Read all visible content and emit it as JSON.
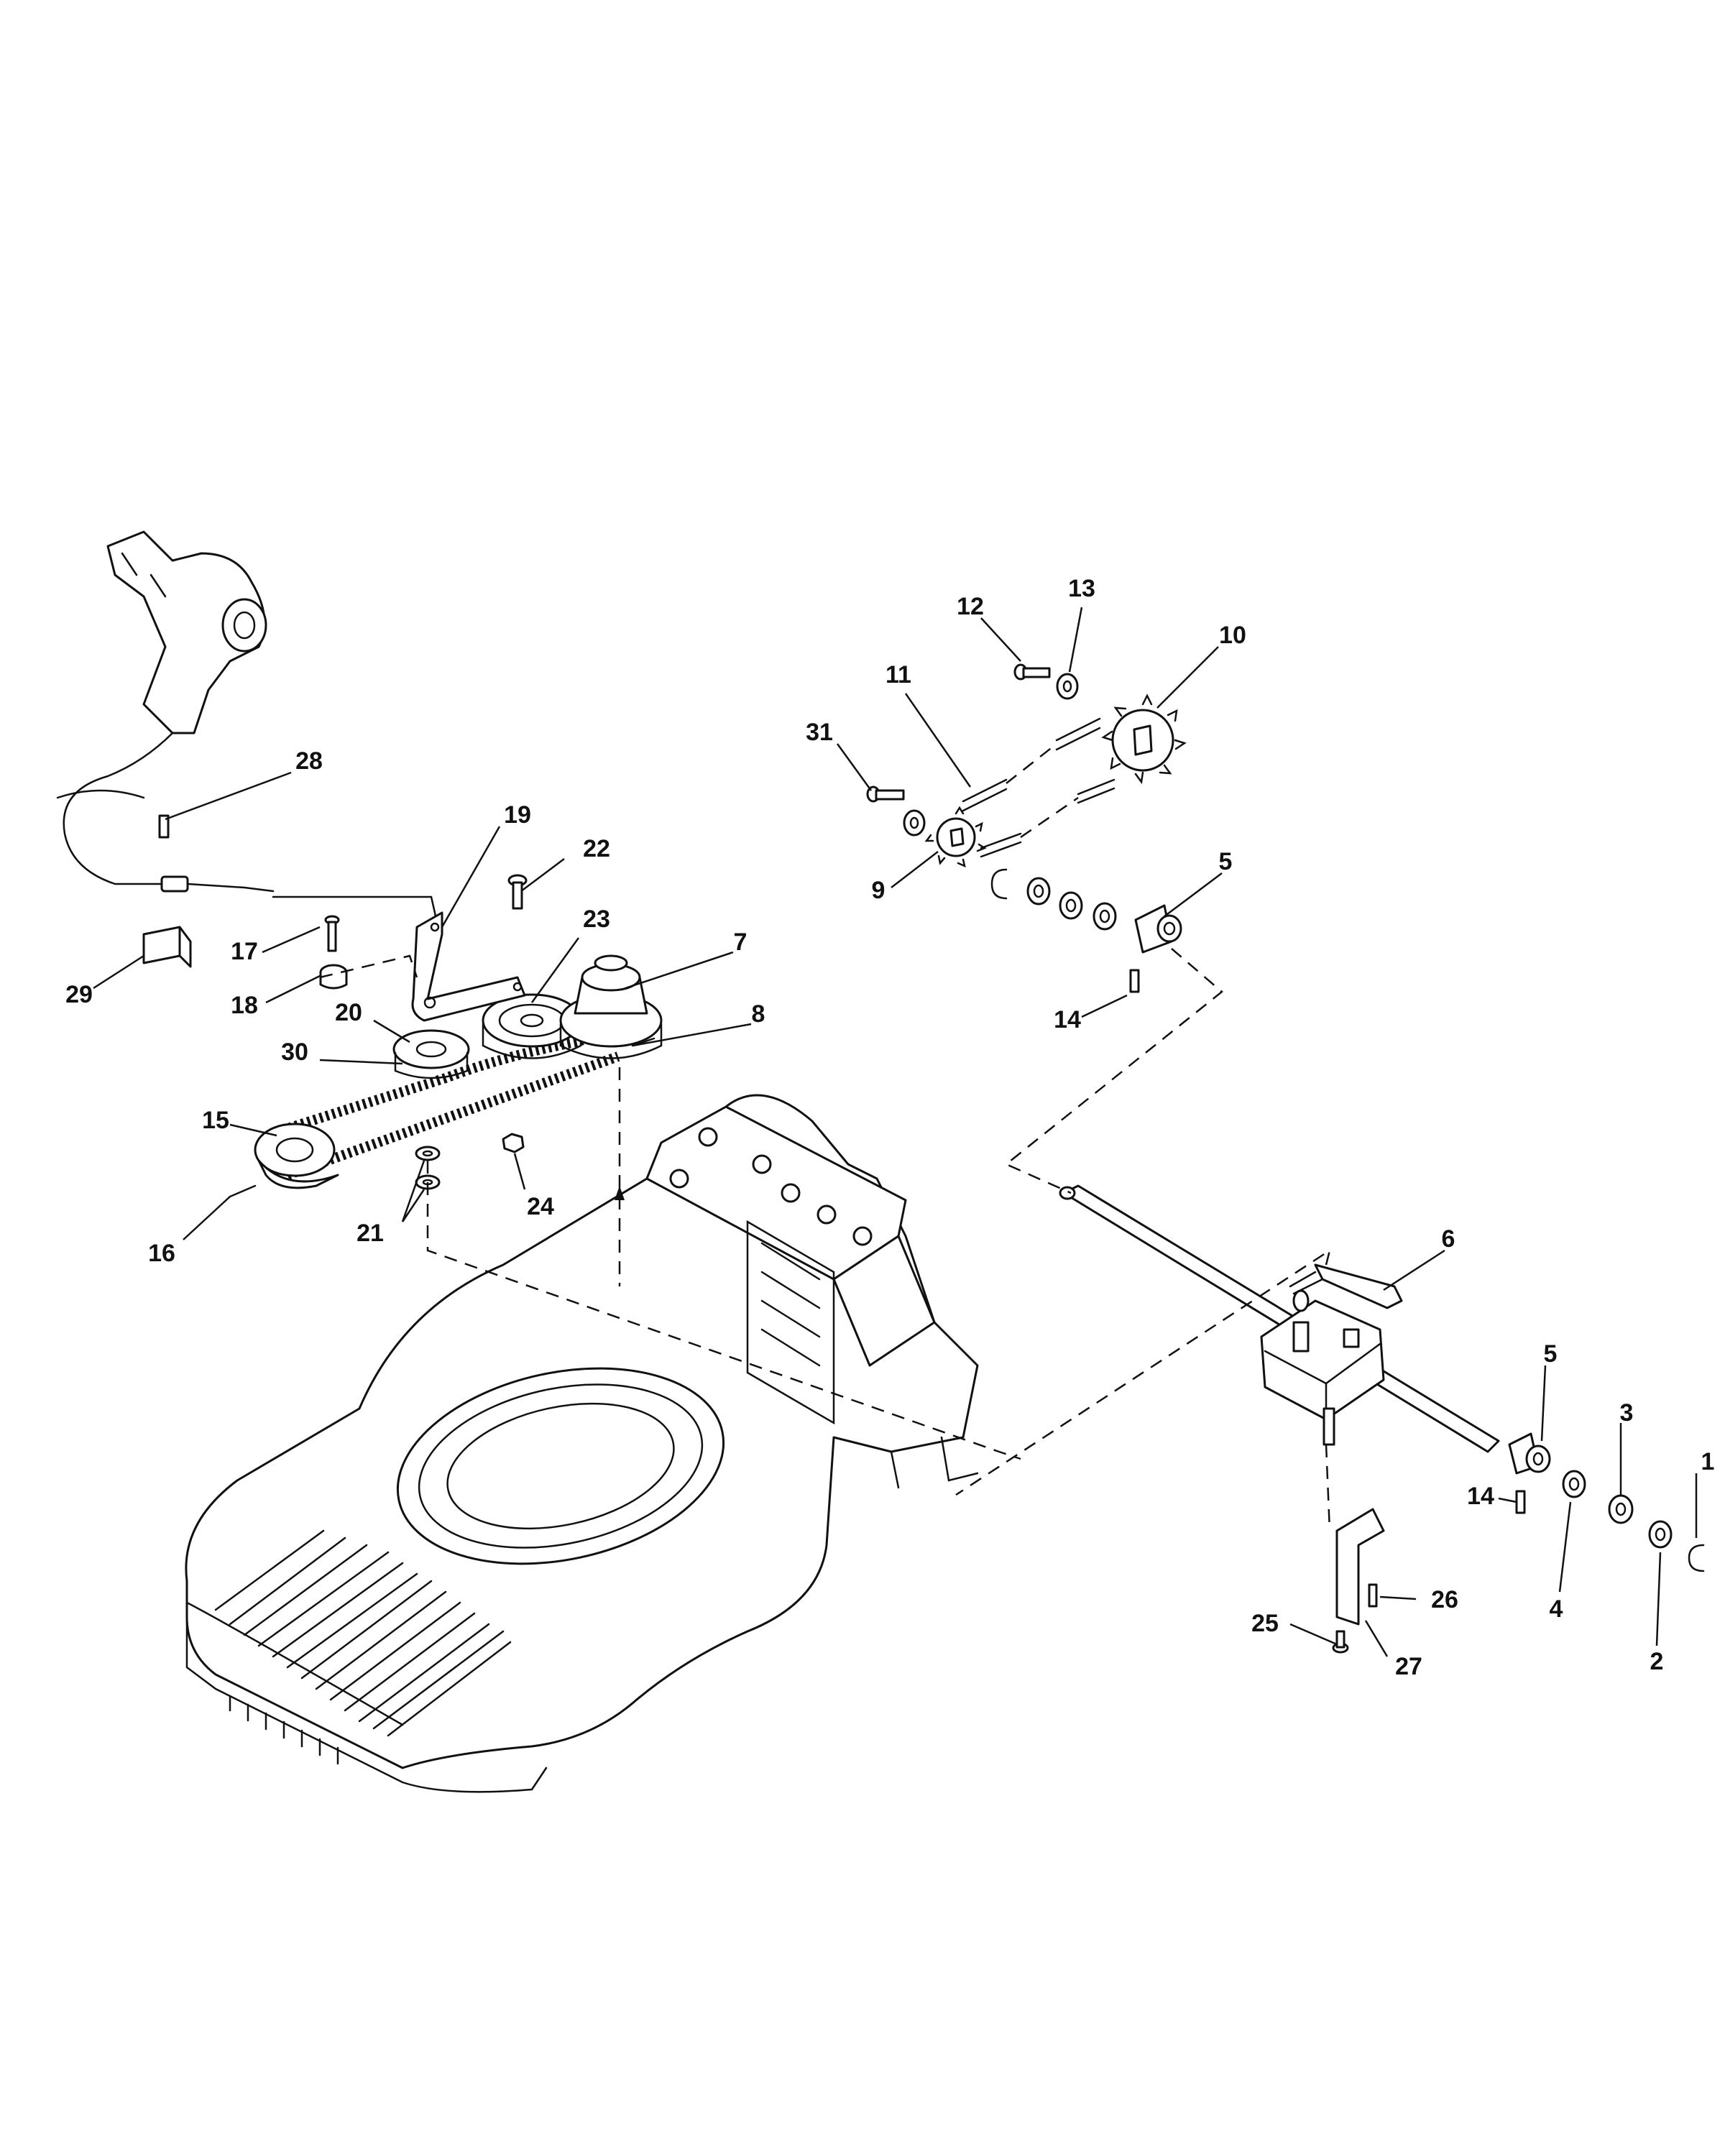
{
  "diagram": {
    "callouts": [
      {
        "id": "c1",
        "label": "1"
      },
      {
        "id": "c2",
        "label": "2"
      },
      {
        "id": "c3",
        "label": "3"
      },
      {
        "id": "c4",
        "label": "4"
      },
      {
        "id": "c5a",
        "label": "5"
      },
      {
        "id": "c5b",
        "label": "5"
      },
      {
        "id": "c6",
        "label": "6"
      },
      {
        "id": "c7",
        "label": "7"
      },
      {
        "id": "c8",
        "label": "8"
      },
      {
        "id": "c9",
        "label": "9"
      },
      {
        "id": "c10",
        "label": "10"
      },
      {
        "id": "c11",
        "label": "11"
      },
      {
        "id": "c12",
        "label": "12"
      },
      {
        "id": "c13",
        "label": "13"
      },
      {
        "id": "c14a",
        "label": "14"
      },
      {
        "id": "c14b",
        "label": "14"
      },
      {
        "id": "c15",
        "label": "15"
      },
      {
        "id": "c16",
        "label": "16"
      },
      {
        "id": "c17",
        "label": "17"
      },
      {
        "id": "c18",
        "label": "18"
      },
      {
        "id": "c19",
        "label": "19"
      },
      {
        "id": "c20",
        "label": "20"
      },
      {
        "id": "c21",
        "label": "21"
      },
      {
        "id": "c22",
        "label": "22"
      },
      {
        "id": "c23",
        "label": "23"
      },
      {
        "id": "c24",
        "label": "24"
      },
      {
        "id": "c25",
        "label": "25"
      },
      {
        "id": "c26",
        "label": "26"
      },
      {
        "id": "c27",
        "label": "27"
      },
      {
        "id": "c28",
        "label": "28"
      },
      {
        "id": "c29",
        "label": "29"
      },
      {
        "id": "c30",
        "label": "30"
      },
      {
        "id": "c31",
        "label": "31"
      }
    ]
  }
}
